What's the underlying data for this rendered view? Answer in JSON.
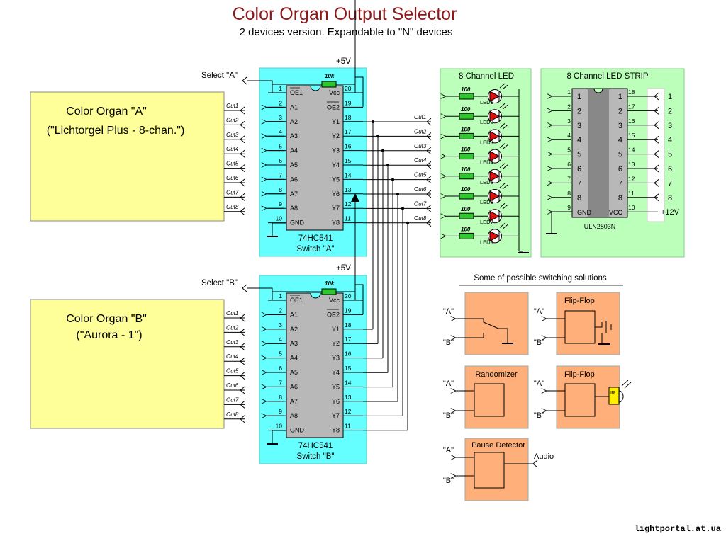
{
  "title": "Color Organ Output Selector",
  "subtitle": "2 devices version. Expandable to \"N\" devices",
  "organ_a": {
    "name": "Color Organ \"A\"",
    "model": "(\"Lichtorgel Plus - 8-chan.\")"
  },
  "organ_b": {
    "name": "Color Organ \"B\"",
    "model": "(\"Aurora - 1\")"
  },
  "outputs": [
    "Out1",
    "Out2",
    "Out3",
    "Out4",
    "Out5",
    "Out6",
    "Out7",
    "Out8"
  ],
  "switch_a": {
    "select": "Select \"A\"",
    "vcc": "+5V",
    "resistor": "10k",
    "chip": "74HC541",
    "label": "Switch \"A\""
  },
  "switch_b": {
    "select": "Select \"B\"",
    "vcc": "+5V",
    "resistor": "10k",
    "chip": "74HC541",
    "label": "Switch \"B\""
  },
  "ic_pins": {
    "left_nums": [
      "1",
      "2",
      "3",
      "4",
      "5",
      "6",
      "7",
      "8",
      "9",
      "10"
    ],
    "left_names": [
      "OE1",
      "A1",
      "A2",
      "A3",
      "A4",
      "A5",
      "A6",
      "A7",
      "A8",
      "GND"
    ],
    "right_nums": [
      "20",
      "19",
      "18",
      "17",
      "16",
      "15",
      "14",
      "13",
      "12",
      "11"
    ],
    "right_names": [
      "Vcc",
      "OE2",
      "Y1",
      "Y2",
      "Y3",
      "Y4",
      "Y5",
      "Y6",
      "Y7",
      "Y8"
    ]
  },
  "led_panel": {
    "title": "8 Channel LED",
    "resistor": "100",
    "leds": [
      "LED1",
      "LED2",
      "LED3",
      "LED4",
      "LED5",
      "LED6",
      "LED7",
      "LED8"
    ]
  },
  "strip_panel": {
    "title": "8 Channel LED STRIP",
    "chip": "ULN2803N",
    "left_nums": [
      "1",
      "2",
      "3",
      "4",
      "5",
      "6",
      "7",
      "8",
      "9"
    ],
    "left_inner": [
      "1",
      "2",
      "3",
      "4",
      "5",
      "6",
      "7",
      "8",
      "GND"
    ],
    "right_nums": [
      "18",
      "17",
      "16",
      "15",
      "14",
      "13",
      "12",
      "11",
      "10"
    ],
    "right_inner": [
      "1",
      "2",
      "3",
      "4",
      "5",
      "6",
      "7",
      "8",
      "VCC"
    ],
    "out_labels": [
      "1",
      "2",
      "3",
      "4",
      "5",
      "6",
      "7",
      "8",
      "+12V"
    ]
  },
  "solutions": {
    "heading": "Some of possible switching solutions",
    "a": "\"A\"",
    "b": "\"B\"",
    "flipflop": "Flip-Flop",
    "randomizer": "Randomizer",
    "ir": "IR",
    "pause": "Pause Detector",
    "audio": "Audio"
  },
  "footer": "lightportal.at.ua",
  "colors": {
    "title": "#8b1a1a",
    "organ": "#ffff99",
    "switch": "#66ffff",
    "led_panel": "#bbffbb",
    "solution": "#ffb07a",
    "led": "#e01010",
    "resistor": "#2ec82e"
  }
}
